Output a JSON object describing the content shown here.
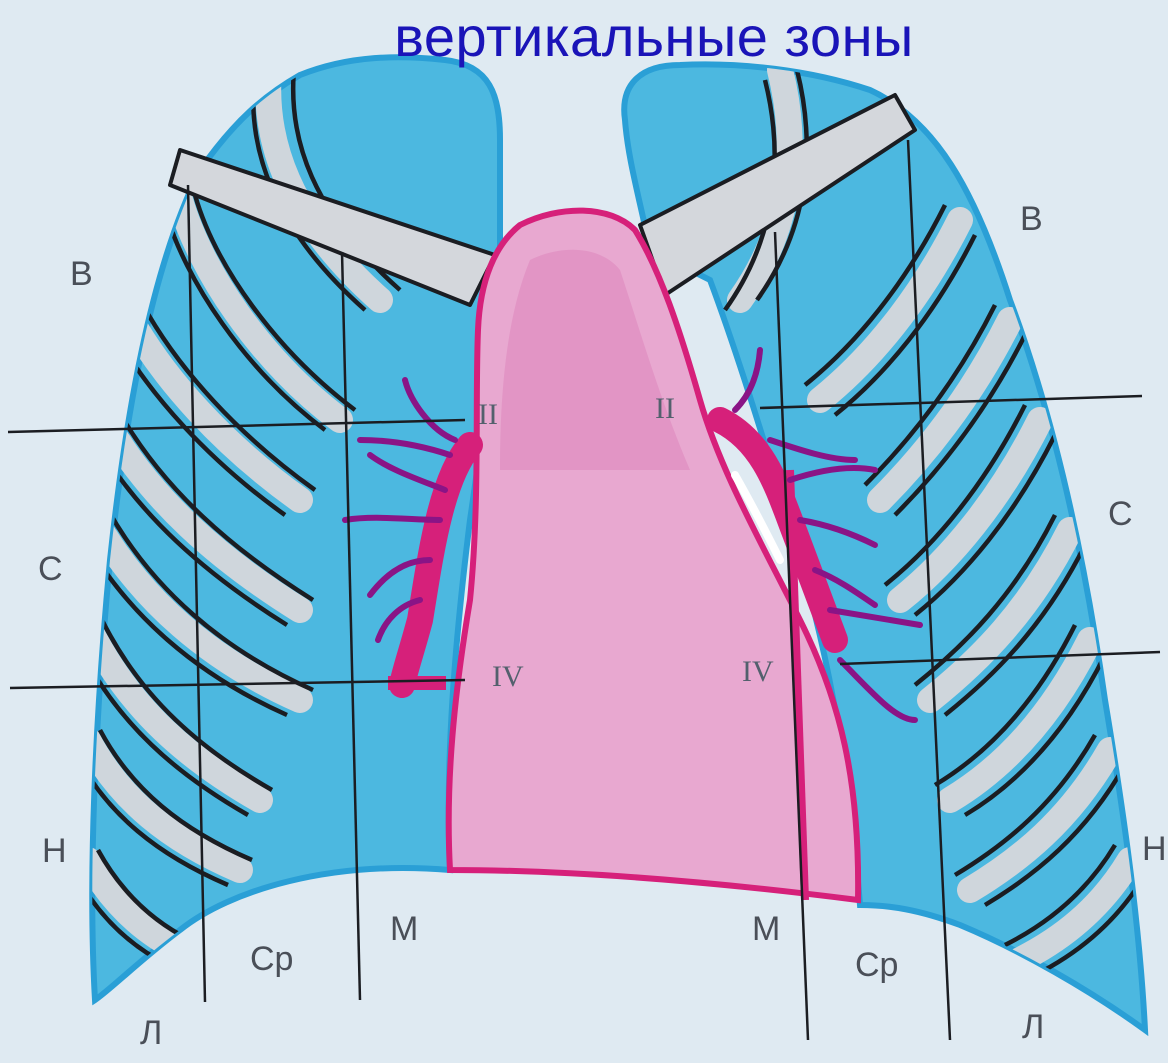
{
  "title": "вертикальные зоны",
  "zones": {
    "left": {
      "upper": "В",
      "middle": "С",
      "lower": "Н"
    },
    "right": {
      "upper": "В",
      "middle": "С",
      "lower": "Н"
    }
  },
  "lines": {
    "left": {
      "lateral": "Л",
      "mid_clavicular": "Ср",
      "medial": "М"
    },
    "right": {
      "lateral": "Л",
      "mid_clavicular": "Ср",
      "medial": "М"
    }
  },
  "rib_markers": {
    "left_second": "II",
    "right_second": "II",
    "left_fourth": "IV",
    "right_fourth": "IV"
  },
  "colors": {
    "lung": "#4cb8e0",
    "lung_edge": "#2a9fd6",
    "rib": "#d4d7dc",
    "mediastinum": "#e8a8d0",
    "vessel": "#d6207a",
    "branch": "#8a1486",
    "title": "#1a14b8"
  }
}
